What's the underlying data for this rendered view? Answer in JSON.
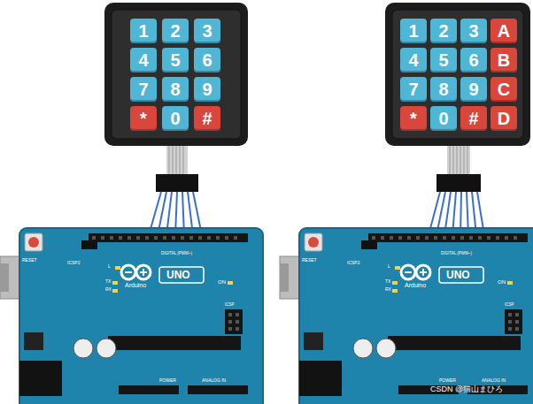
{
  "diagram": {
    "nodes": [
      {
        "text": [
          "1"
        ]
      },
      {
        "text": [
          "2"
        ]
      },
      {
        "text": [
          "3"
        ]
      },
      {
        "text": [
          "4"
        ]
      },
      {
        "text": [
          "5"
        ]
      },
      {
        "text": [
          "6"
        ]
      },
      {
        "text": [
          "7"
        ]
      },
      {
        "text": [
          "8"
        ]
      },
      {
        "text": [
          "9"
        ]
      },
      {
        "text": [
          "*"
        ]
      },
      {
        "text": [
          "0"
        ]
      },
      {
        "text": [
          "#"
        ]
      },
      {
        "text": [
          "1"
        ]
      },
      {
        "text": [
          "2"
        ]
      },
      {
        "text": [
          "3"
        ]
      },
      {
        "text": [
          "A"
        ]
      },
      {
        "text": [
          "4"
        ]
      },
      {
        "text": [
          "5"
        ]
      },
      {
        "text": [
          "6"
        ]
      },
      {
        "text": [
          "B"
        ]
      },
      {
        "text": [
          "7"
        ]
      },
      {
        "text": [
          "8"
        ]
      },
      {
        "text": [
          "9"
        ]
      },
      {
        "text": [
          "C"
        ]
      },
      {
        "text": [
          "*"
        ]
      },
      {
        "text": [
          "0"
        ]
      },
      {
        "text": [
          "#"
        ]
      },
      {
        "text": [
          "D"
        ]
      }
    ],
    "labels": [
      "RESET",
      "ICSP2",
      "DIGITAL (PWM~)",
      "L",
      "TX",
      "RX",
      "Arduino",
      "UNO",
      "ON",
      "ICSP",
      "POWER",
      "ANALOG IN",
      "RESET",
      "ICSP2",
      "DIGITAL (PWM~)",
      "L",
      "TX",
      "RX",
      "Arduino",
      "UNO",
      "ON",
      "ICSP",
      "POWER",
      "ANALOG IN",
      "CSDN @猫山まひろ"
    ]
  }
}
